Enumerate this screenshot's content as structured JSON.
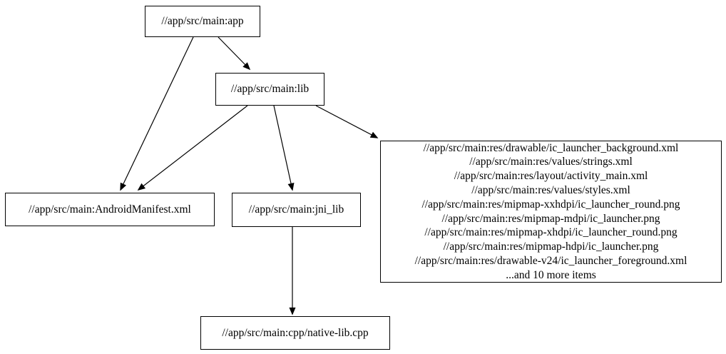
{
  "diagram": {
    "type": "dependency-graph",
    "colors": {
      "background": "#ffffff",
      "node_border": "#000000",
      "text": "#000000",
      "edge": "#000000"
    },
    "nodes": {
      "app": {
        "label": "//app/src/main:app"
      },
      "lib": {
        "label": "//app/src/main:lib"
      },
      "android_manifest": {
        "label": "//app/src/main:AndroidManifest.xml"
      },
      "jni_lib": {
        "label": "//app/src/main:jni_lib"
      },
      "res_files": {
        "lines": [
          "//app/src/main:res/drawable/ic_launcher_background.xml",
          "//app/src/main:res/values/strings.xml",
          "//app/src/main:res/layout/activity_main.xml",
          "//app/src/main:res/values/styles.xml",
          "//app/src/main:res/mipmap-xxhdpi/ic_launcher_round.png",
          "//app/src/main:res/mipmap-mdpi/ic_launcher.png",
          "//app/src/main:res/mipmap-xhdpi/ic_launcher_round.png",
          "//app/src/main:res/mipmap-hdpi/ic_launcher.png",
          "//app/src/main:res/drawable-v24/ic_launcher_foreground.xml",
          "...and 10 more items"
        ]
      },
      "native_lib": {
        "label": "//app/src/main:cpp/native-lib.cpp"
      }
    },
    "edges": [
      {
        "from": "app",
        "to": "lib"
      },
      {
        "from": "app",
        "to": "android_manifest"
      },
      {
        "from": "lib",
        "to": "android_manifest"
      },
      {
        "from": "lib",
        "to": "jni_lib"
      },
      {
        "from": "lib",
        "to": "res_files"
      },
      {
        "from": "jni_lib",
        "to": "native_lib"
      }
    ]
  }
}
